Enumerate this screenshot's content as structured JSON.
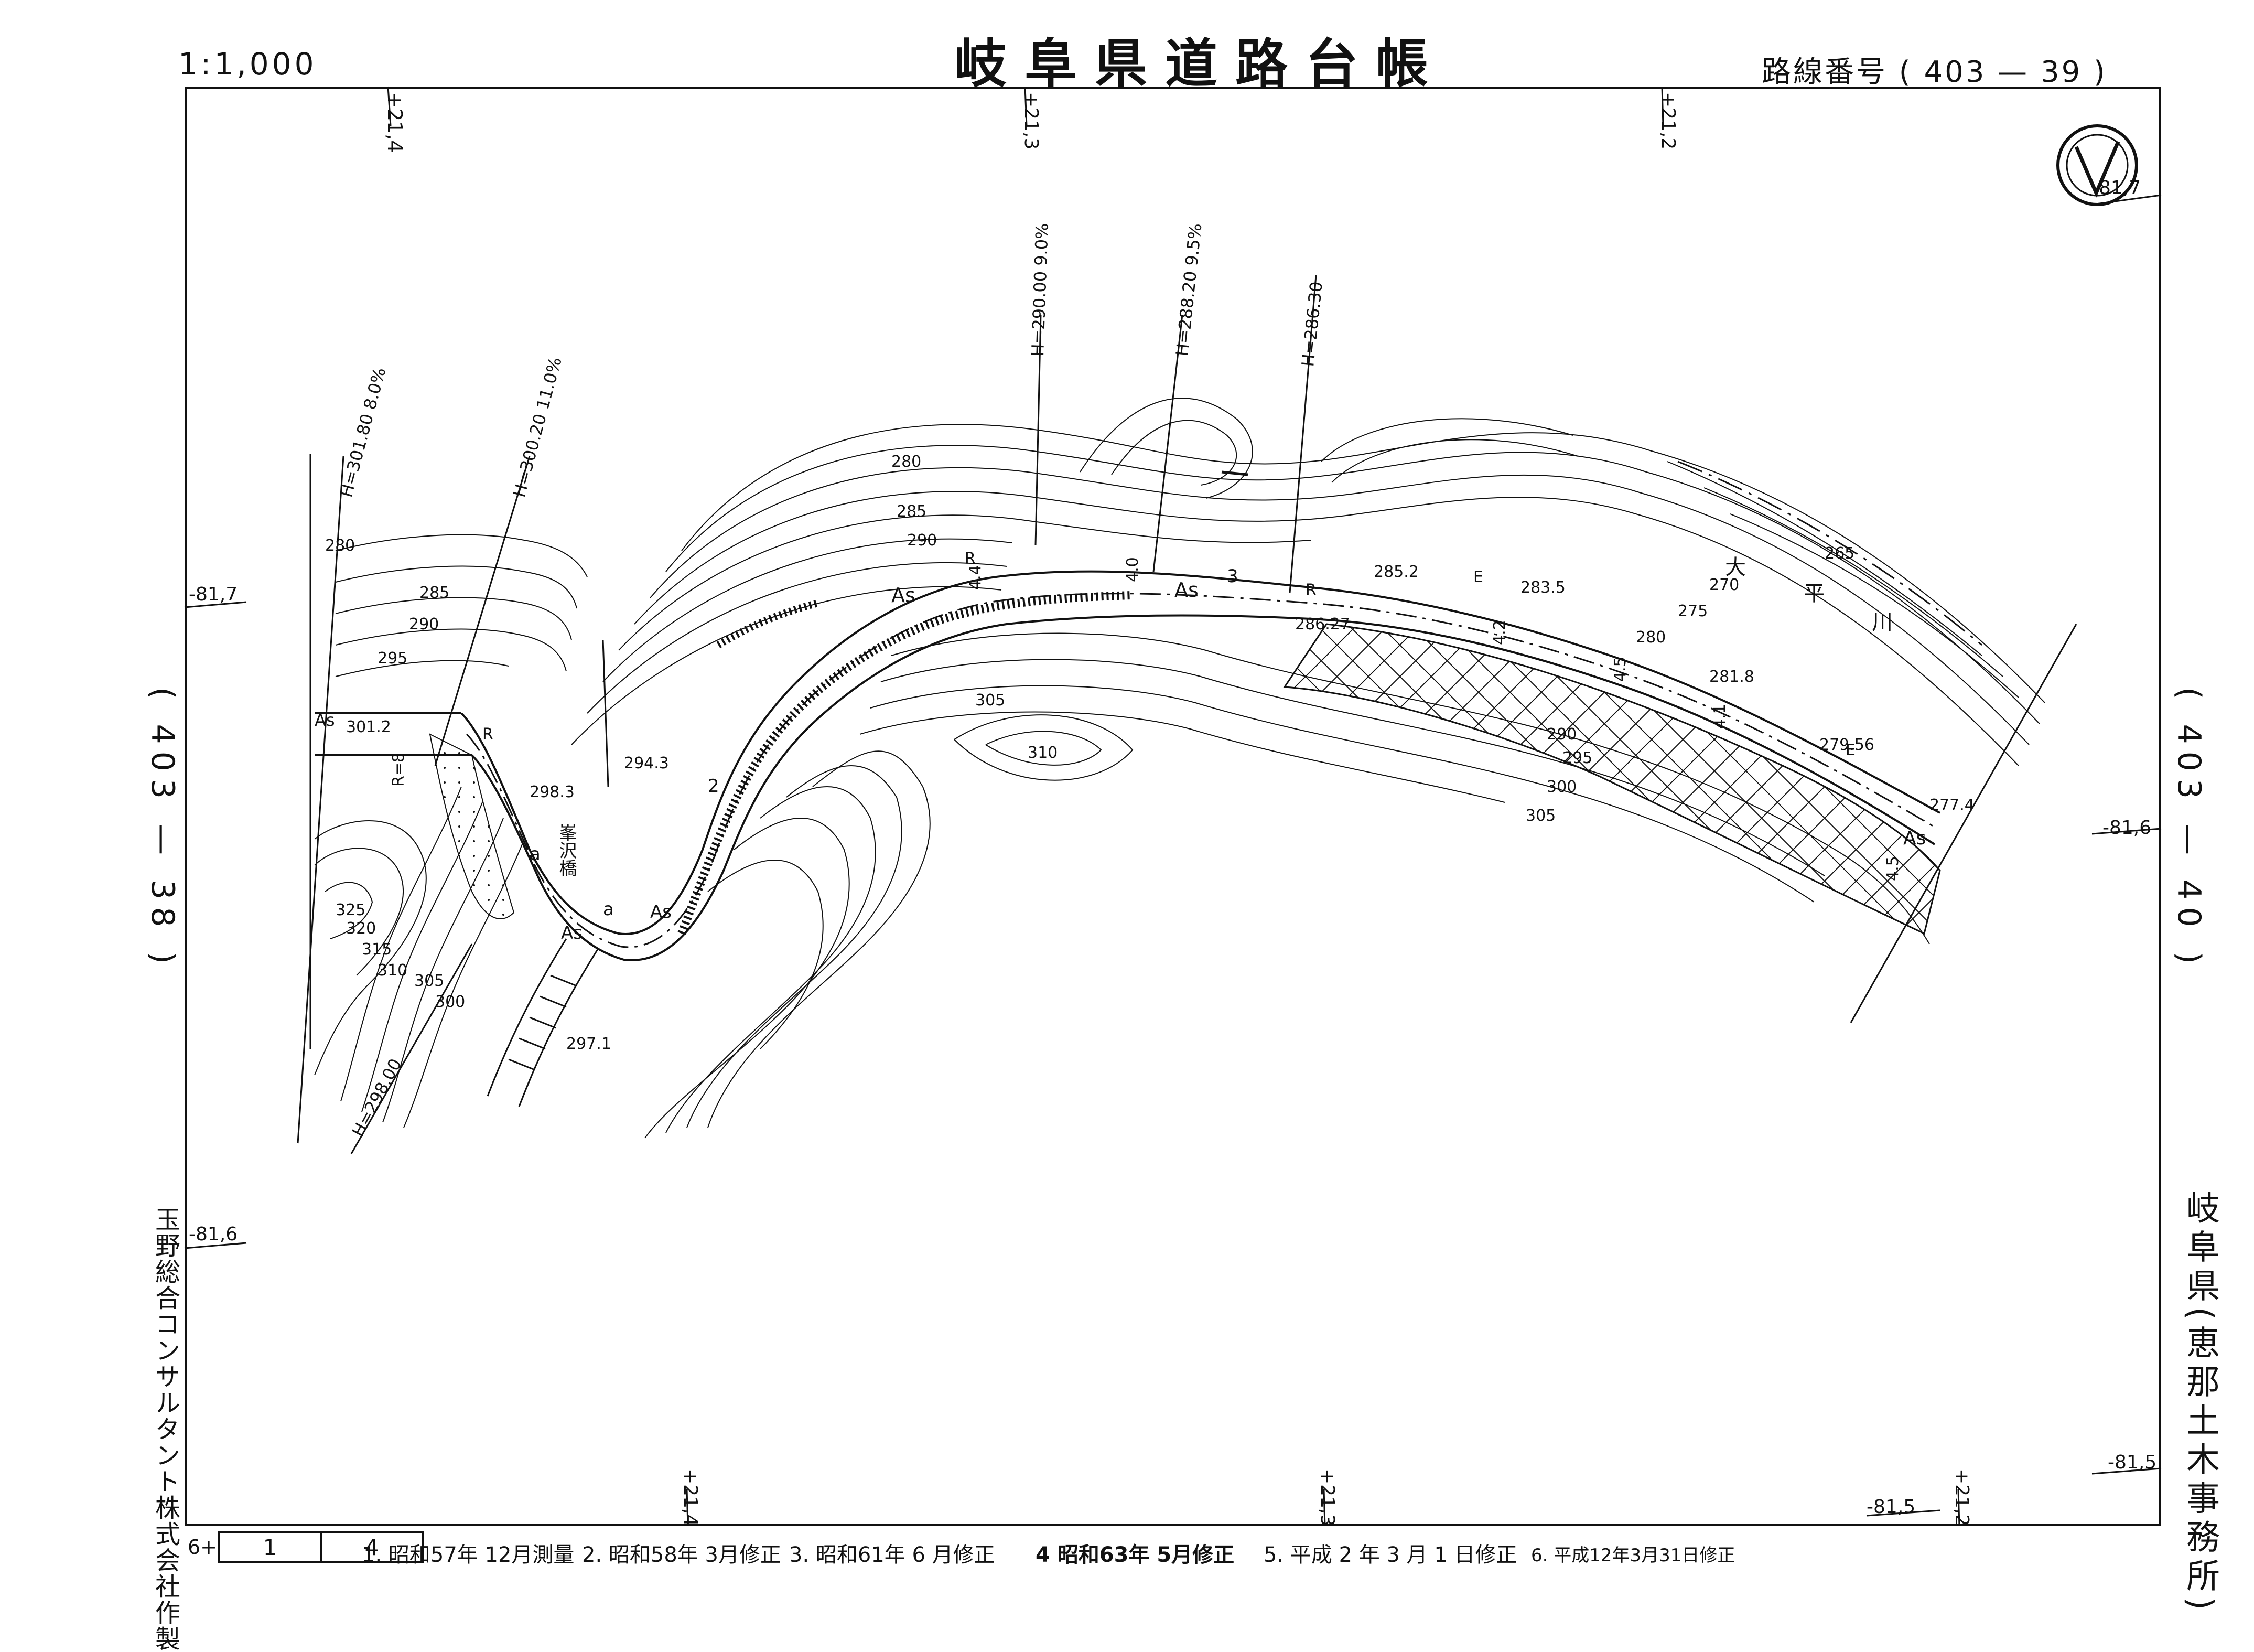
{
  "header": {
    "scale": "1:1,000",
    "title": "岐阜県道路台帳",
    "route_number": "路線番号 ( 403 — 39 )"
  },
  "side": {
    "left_ref": "( 403 — 38 )",
    "right_ref": "( 403 — 40 )",
    "maker": "玉野総合コンサルタント株式会社作製",
    "office": "岐阜県(恵那土木事務所)"
  },
  "coords": {
    "top": [
      "+21,4",
      "+21,3",
      "+21,2"
    ],
    "bottom": [
      "+21,4",
      "+21,3",
      "+21,2"
    ],
    "left": [
      "-81,7",
      "-81,6"
    ],
    "right": [
      "-81,7",
      "-81,6",
      "-81,5",
      "-81,5"
    ]
  },
  "sheet": {
    "prefix": "6+",
    "left": "1",
    "right": "4"
  },
  "revisions": [
    "1. 昭和57年 12月測量",
    "2. 昭和58年 3月修正",
    "3. 昭和61年 6 月修正",
    "4 昭和63年 5月修正",
    "5. 平成 2 年 3 月 1 日修正",
    "6. 平成12年3月31日修正"
  ],
  "map": {
    "heights": [
      "H=301.80 8.0%",
      "H=300.20 11.0%",
      "H=290.00 9.0%",
      "H=288.20 9.5%",
      "H=286.30",
      "H=298.00"
    ],
    "contours": [
      "280",
      "285",
      "290",
      "295",
      "300",
      "305",
      "310",
      "315",
      "320",
      "325",
      "265",
      "270",
      "275"
    ],
    "elevations": [
      "301.2",
      "298.3",
      "294.3",
      "297.1",
      "285.2",
      "283.5",
      "286.27",
      "281.8",
      "279.56",
      "277.4"
    ],
    "road_labels": [
      "As",
      "As",
      "As",
      "As",
      "As",
      "As"
    ],
    "bridge": "峯沢橋",
    "river": [
      "大",
      "平",
      "川"
    ],
    "radius": "R=8",
    "misc_labels": [
      "a",
      "a",
      "R",
      "R",
      "R",
      "E",
      "E",
      "4.4",
      "4.0",
      "4.2",
      "4.5",
      "4.1",
      "4.5",
      "2",
      "3"
    ]
  },
  "colors": {
    "ink": "#111111",
    "paper": "#ffffff"
  }
}
